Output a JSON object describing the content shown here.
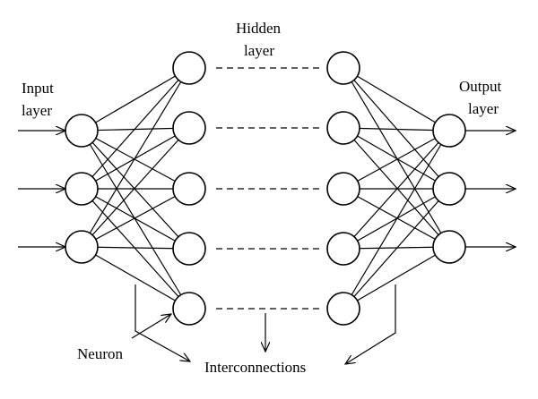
{
  "labels": {
    "input_line1": "Input",
    "input_line2": "layer",
    "hidden_line1": "Hidden",
    "hidden_line2": "layer",
    "output_line1": "Output",
    "output_line2": "layer",
    "neuron": "Neuron",
    "interconnections": "Interconnections"
  },
  "network": {
    "input_count": 3,
    "hidden_first_count": 5,
    "hidden_last_count": 5,
    "output_count": 3
  }
}
